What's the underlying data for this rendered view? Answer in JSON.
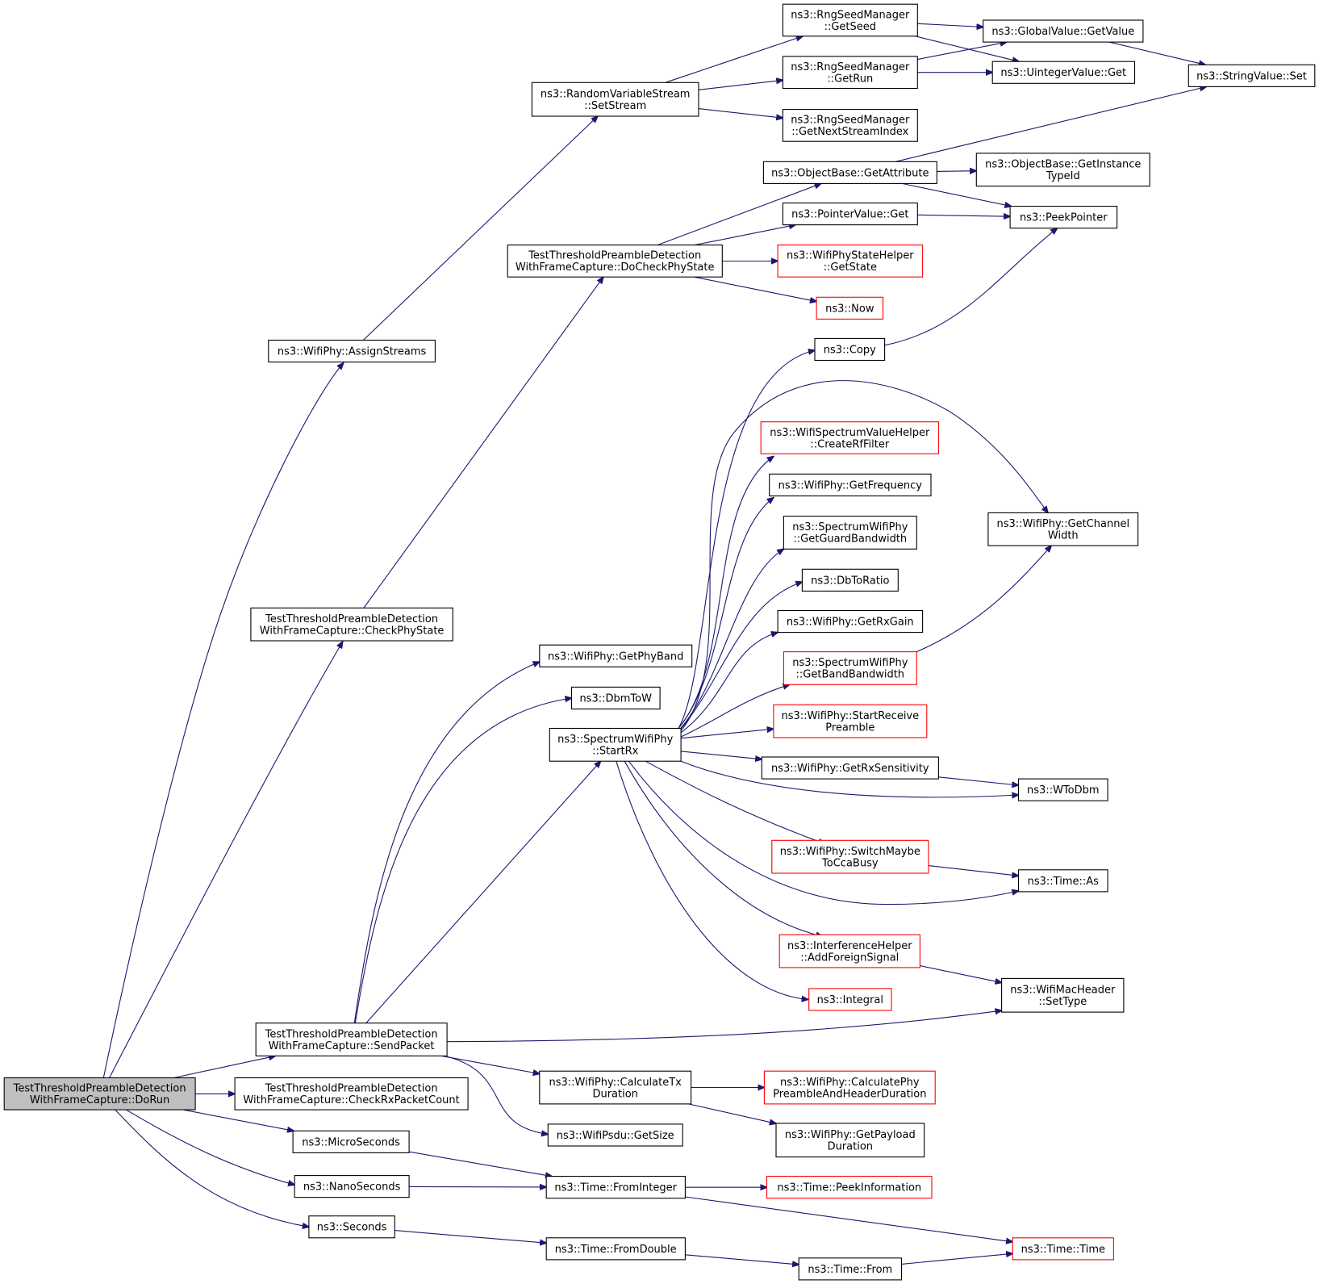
{
  "colors": {
    "edge": "#191970",
    "node_border": "#000000",
    "external_node_border": "#ff0000",
    "root_fill": "#bfbfbf"
  },
  "nodes": [
    {
      "id": "doRun",
      "lines": [
        "TestThresholdPreambleDetection",
        "WithFrameCapture::DoRun"
      ],
      "style": "root"
    },
    {
      "id": "assignStreams",
      "lines": [
        "ns3::WifiPhy::AssignStreams"
      ],
      "style": "normal"
    },
    {
      "id": "setStream",
      "lines": [
        "ns3::RandomVariableStream",
        "::SetStream"
      ],
      "style": "normal"
    },
    {
      "id": "getSeed",
      "lines": [
        "ns3::RngSeedManager",
        "::GetSeed"
      ],
      "style": "normal"
    },
    {
      "id": "getRun",
      "lines": [
        "ns3::RngSeedManager",
        "::GetRun"
      ],
      "style": "normal"
    },
    {
      "id": "getNextStreamIndex",
      "lines": [
        "ns3::RngSeedManager",
        "::GetNextStreamIndex"
      ],
      "style": "normal"
    },
    {
      "id": "globalGetValue",
      "lines": [
        "ns3::GlobalValue::GetValue"
      ],
      "style": "normal"
    },
    {
      "id": "uintegerGet",
      "lines": [
        "ns3::UintegerValue::Get"
      ],
      "style": "normal"
    },
    {
      "id": "stringSet",
      "lines": [
        "ns3::StringValue::Set"
      ],
      "style": "normal"
    },
    {
      "id": "getAttribute",
      "lines": [
        "ns3::ObjectBase::GetAttribute"
      ],
      "style": "normal"
    },
    {
      "id": "getInstanceTypeId",
      "lines": [
        "ns3::ObjectBase::GetInstance",
        "TypeId"
      ],
      "style": "normal"
    },
    {
      "id": "pointerGet",
      "lines": [
        "ns3::PointerValue::Get"
      ],
      "style": "normal"
    },
    {
      "id": "peekPointer",
      "lines": [
        "ns3::PeekPointer"
      ],
      "style": "normal"
    },
    {
      "id": "doCheckPhyState",
      "lines": [
        "TestThresholdPreambleDetection",
        "WithFrameCapture::DoCheckPhyState"
      ],
      "style": "normal"
    },
    {
      "id": "stateHelperGetState",
      "lines": [
        "ns3::WifiPhyStateHelper",
        "::GetState"
      ],
      "style": "red"
    },
    {
      "id": "now",
      "lines": [
        "ns3::Now"
      ],
      "style": "red"
    },
    {
      "id": "copy",
      "lines": [
        "ns3::Copy"
      ],
      "style": "normal"
    },
    {
      "id": "checkPhyState",
      "lines": [
        "TestThresholdPreambleDetection",
        "WithFrameCapture::CheckPhyState"
      ],
      "style": "normal"
    },
    {
      "id": "createRfFilter",
      "lines": [
        "ns3::WifiSpectrumValueHelper",
        "::CreateRfFilter"
      ],
      "style": "red"
    },
    {
      "id": "getFrequency",
      "lines": [
        "ns3::WifiPhy::GetFrequency"
      ],
      "style": "normal"
    },
    {
      "id": "getGuardBandwidth",
      "lines": [
        "ns3::SpectrumWifiPhy",
        "::GetGuardBandwidth"
      ],
      "style": "normal"
    },
    {
      "id": "getChannelWidth",
      "lines": [
        "ns3::WifiPhy::GetChannel",
        "Width"
      ],
      "style": "normal"
    },
    {
      "id": "dbToRatio",
      "lines": [
        "ns3::DbToRatio"
      ],
      "style": "normal"
    },
    {
      "id": "getRxGain",
      "lines": [
        "ns3::WifiPhy::GetRxGain"
      ],
      "style": "normal"
    },
    {
      "id": "getPhyBand",
      "lines": [
        "ns3::WifiPhy::GetPhyBand"
      ],
      "style": "normal"
    },
    {
      "id": "getBandBandwidth",
      "lines": [
        "ns3::SpectrumWifiPhy",
        "::GetBandBandwidth"
      ],
      "style": "red"
    },
    {
      "id": "dbmToW",
      "lines": [
        "ns3::DbmToW"
      ],
      "style": "normal"
    },
    {
      "id": "startReceivePreamble",
      "lines": [
        "ns3::WifiPhy::StartReceive",
        "Preamble"
      ],
      "style": "red"
    },
    {
      "id": "startRx",
      "lines": [
        "ns3::SpectrumWifiPhy",
        "::StartRx"
      ],
      "style": "normal"
    },
    {
      "id": "getRxSensitivity",
      "lines": [
        "ns3::WifiPhy::GetRxSensitivity"
      ],
      "style": "normal"
    },
    {
      "id": "wToDbm",
      "lines": [
        "ns3::WToDbm"
      ],
      "style": "normal"
    },
    {
      "id": "switchMaybeToCcaBusy",
      "lines": [
        "ns3::WifiPhy::SwitchMaybe",
        "ToCcaBusy"
      ],
      "style": "red"
    },
    {
      "id": "timeAs",
      "lines": [
        "ns3::Time::As"
      ],
      "style": "normal"
    },
    {
      "id": "addForeignSignal",
      "lines": [
        "ns3::InterferenceHelper",
        "::AddForeignSignal"
      ],
      "style": "red"
    },
    {
      "id": "setType",
      "lines": [
        "ns3::WifiMacHeader",
        "::SetType"
      ],
      "style": "normal"
    },
    {
      "id": "integral",
      "lines": [
        "ns3::Integral"
      ],
      "style": "red"
    },
    {
      "id": "sendPacket",
      "lines": [
        "TestThresholdPreambleDetection",
        "WithFrameCapture::SendPacket"
      ],
      "style": "normal"
    },
    {
      "id": "checkRxPacketCount",
      "lines": [
        "TestThresholdPreambleDetection",
        "WithFrameCapture::CheckRxPacketCount"
      ],
      "style": "normal"
    },
    {
      "id": "calculateTxDuration",
      "lines": [
        "ns3::WifiPhy::CalculateTx",
        "Duration"
      ],
      "style": "normal"
    },
    {
      "id": "calculatePhyPreamble",
      "lines": [
        "ns3::WifiPhy::CalculatePhy",
        "PreambleAndHeaderDuration"
      ],
      "style": "red"
    },
    {
      "id": "getPayloadDuration",
      "lines": [
        "ns3::WifiPhy::GetPayload",
        "Duration"
      ],
      "style": "normal"
    },
    {
      "id": "psduGetSize",
      "lines": [
        "ns3::WifiPsdu::GetSize"
      ],
      "style": "normal"
    },
    {
      "id": "microSeconds",
      "lines": [
        "ns3::MicroSeconds"
      ],
      "style": "normal"
    },
    {
      "id": "nanoSeconds",
      "lines": [
        "ns3::NanoSeconds"
      ],
      "style": "normal"
    },
    {
      "id": "fromInteger",
      "lines": [
        "ns3::Time::FromInteger"
      ],
      "style": "normal"
    },
    {
      "id": "peekInformation",
      "lines": [
        "ns3::Time::PeekInformation"
      ],
      "style": "red"
    },
    {
      "id": "seconds",
      "lines": [
        "ns3::Seconds"
      ],
      "style": "normal"
    },
    {
      "id": "fromDouble",
      "lines": [
        "ns3::Time::FromDouble"
      ],
      "style": "normal"
    },
    {
      "id": "timeFrom",
      "lines": [
        "ns3::Time::From"
      ],
      "style": "normal"
    },
    {
      "id": "timeCtor",
      "lines": [
        "ns3::Time::Time"
      ],
      "style": "red"
    }
  ],
  "edges": [
    [
      "doRun",
      "assignStreams"
    ],
    [
      "doRun",
      "checkPhyState"
    ],
    [
      "doRun",
      "sendPacket"
    ],
    [
      "doRun",
      "checkRxPacketCount"
    ],
    [
      "doRun",
      "microSeconds"
    ],
    [
      "doRun",
      "nanoSeconds"
    ],
    [
      "doRun",
      "seconds"
    ],
    [
      "assignStreams",
      "setStream"
    ],
    [
      "setStream",
      "getSeed"
    ],
    [
      "setStream",
      "getRun"
    ],
    [
      "setStream",
      "getNextStreamIndex"
    ],
    [
      "getSeed",
      "globalGetValue"
    ],
    [
      "getSeed",
      "uintegerGet"
    ],
    [
      "getRun",
      "globalGetValue"
    ],
    [
      "getRun",
      "uintegerGet"
    ],
    [
      "globalGetValue",
      "stringSet"
    ],
    [
      "checkPhyState",
      "doCheckPhyState"
    ],
    [
      "doCheckPhyState",
      "getAttribute"
    ],
    [
      "doCheckPhyState",
      "pointerGet"
    ],
    [
      "doCheckPhyState",
      "stateHelperGetState"
    ],
    [
      "doCheckPhyState",
      "now"
    ],
    [
      "getAttribute",
      "stringSet"
    ],
    [
      "getAttribute",
      "getInstanceTypeId"
    ],
    [
      "getAttribute",
      "peekPointer"
    ],
    [
      "pointerGet",
      "peekPointer"
    ],
    [
      "copy",
      "peekPointer"
    ],
    [
      "sendPacket",
      "getPhyBand"
    ],
    [
      "sendPacket",
      "dbmToW"
    ],
    [
      "sendPacket",
      "startRx"
    ],
    [
      "sendPacket",
      "setType"
    ],
    [
      "sendPacket",
      "calculateTxDuration"
    ],
    [
      "sendPacket",
      "psduGetSize"
    ],
    [
      "startRx",
      "copy"
    ],
    [
      "startRx",
      "getChannelWidth"
    ],
    [
      "startRx",
      "createRfFilter"
    ],
    [
      "startRx",
      "getFrequency"
    ],
    [
      "startRx",
      "getGuardBandwidth"
    ],
    [
      "startRx",
      "dbToRatio"
    ],
    [
      "startRx",
      "getRxGain"
    ],
    [
      "startRx",
      "getBandBandwidth"
    ],
    [
      "startRx",
      "startReceivePreamble"
    ],
    [
      "startRx",
      "getRxSensitivity"
    ],
    [
      "startRx",
      "wToDbm"
    ],
    [
      "startRx",
      "switchMaybeToCcaBusy"
    ],
    [
      "startRx",
      "timeAs"
    ],
    [
      "startRx",
      "addForeignSignal"
    ],
    [
      "startRx",
      "integral"
    ],
    [
      "getBandBandwidth",
      "getChannelWidth"
    ],
    [
      "getRxSensitivity",
      "wToDbm"
    ],
    [
      "switchMaybeToCcaBusy",
      "timeAs"
    ],
    [
      "addForeignSignal",
      "setType"
    ],
    [
      "calculateTxDuration",
      "calculatePhyPreamble"
    ],
    [
      "calculateTxDuration",
      "getPayloadDuration"
    ],
    [
      "microSeconds",
      "fromInteger"
    ],
    [
      "nanoSeconds",
      "fromInteger"
    ],
    [
      "fromInteger",
      "peekInformation"
    ],
    [
      "fromInteger",
      "timeCtor"
    ],
    [
      "seconds",
      "fromDouble"
    ],
    [
      "fromDouble",
      "timeFrom"
    ],
    [
      "timeFrom",
      "timeCtor"
    ]
  ]
}
